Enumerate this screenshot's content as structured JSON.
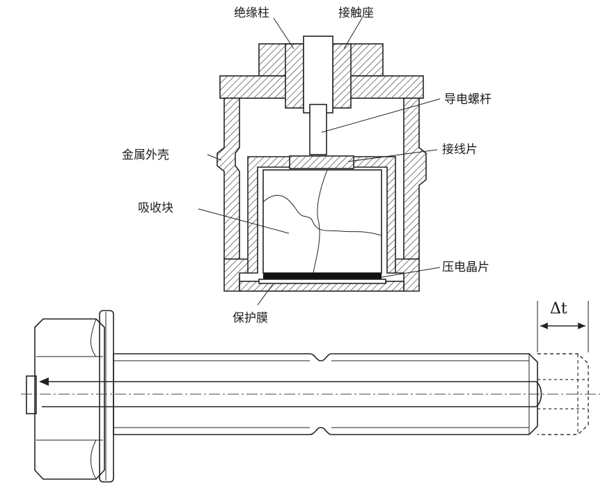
{
  "sensor": {
    "labels": {
      "insulator": "绝缘柱",
      "contact_seat": "接触座",
      "conductive_screw": "导电螺杆",
      "metal_shell": "金属外壳",
      "terminal_plate": "接线片",
      "absorber": "吸收块",
      "piezo_crystal": "压电晶片",
      "protective_film": "保护膜"
    }
  },
  "bolt": {
    "delta_label": "Δt"
  }
}
